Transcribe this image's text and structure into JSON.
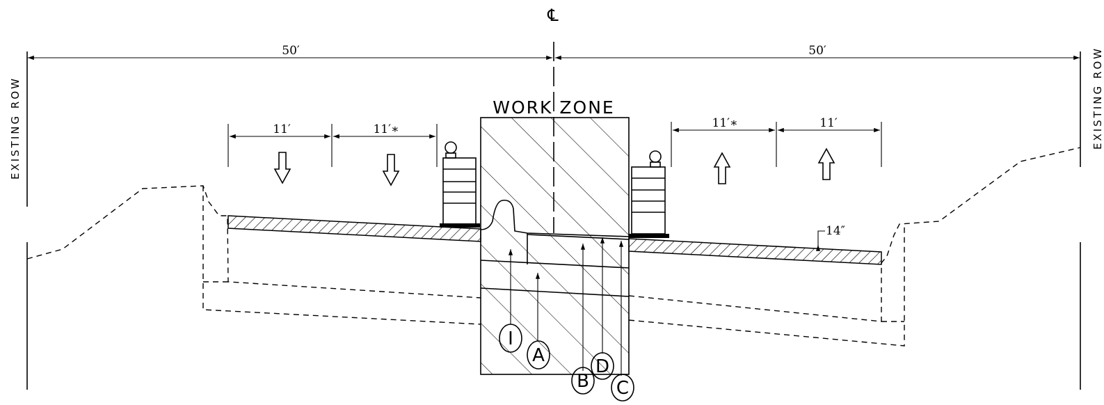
{
  "centerline_symbol": "℄",
  "row": {
    "left_label": "EXISTING ROW",
    "right_label": "EXISTING ROW",
    "left_dim": "50′",
    "right_dim": "50′"
  },
  "work_zone_label": "WORK ZONE",
  "lanes": {
    "left_outer": "11′",
    "left_inner": "11′∗",
    "right_inner": "11′∗",
    "right_outer": "11′"
  },
  "pavement_thickness": "14″",
  "callouts": [
    "I",
    "A",
    "B",
    "D",
    "C"
  ]
}
